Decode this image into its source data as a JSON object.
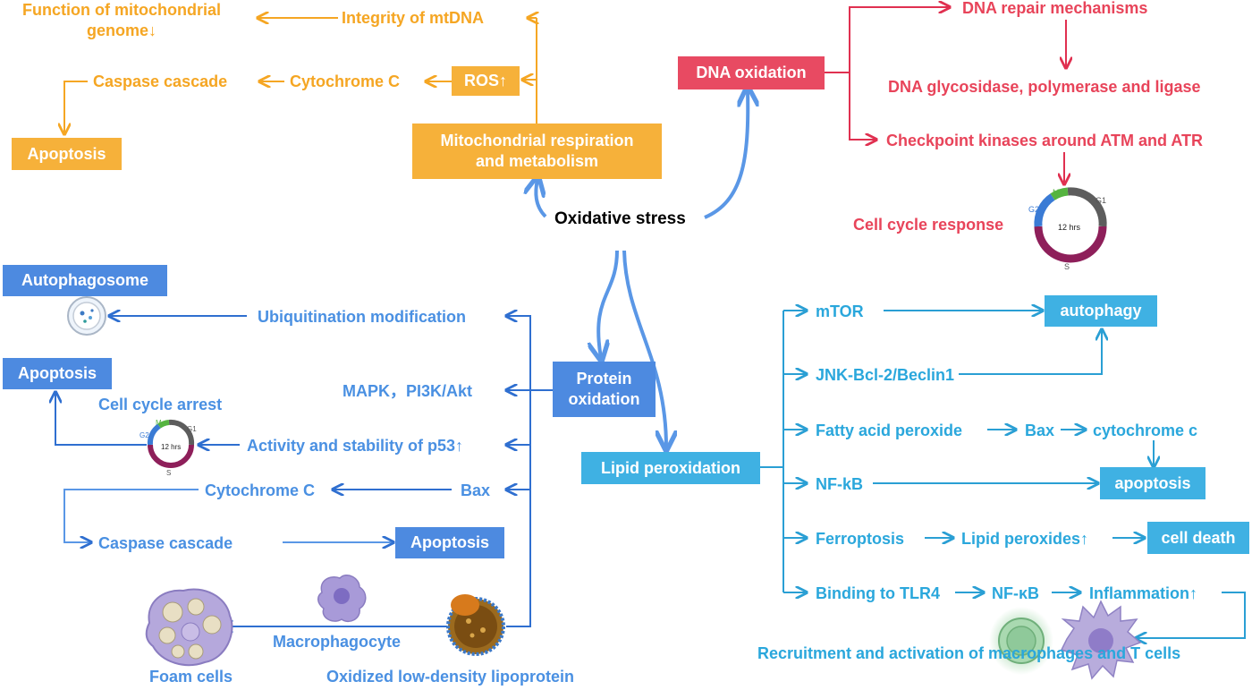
{
  "center": {
    "label": "Oxidative stress"
  },
  "mito": {
    "source": "Mitochondrial respiration and metabolism",
    "ros": "ROS↑",
    "mtdna": "Integrity of mtDNA",
    "genome": "Function of mitochondrial genome↓",
    "cytc": "Cytochrome C",
    "caspase": "Caspase cascade",
    "apoptosis": "Apoptosis",
    "color": "#f6b13a"
  },
  "dna": {
    "source": "DNA oxidation",
    "repair": "DNA repair mechanisms",
    "enzymes": "DNA glycosidase, polymerase and ligase",
    "checkpoint": "Checkpoint kinases around ATM and ATR",
    "cycle_response": "Cell cycle response",
    "color": "#e84a62"
  },
  "cell_cycle": {
    "center": "12 hrs",
    "m": "M",
    "g1": "G1",
    "g2": "G2",
    "s": "S"
  },
  "protein": {
    "source": "Protein oxidation",
    "ubiquitination": "Ubiquitination modification",
    "autophagosome": "Autophagosome",
    "mapk": "MAPK，PI3K/Akt",
    "apoptosis1": "Apoptosis",
    "cycle_arrest": "Cell cycle arrest",
    "p53": "Activity and stability of p53↑",
    "bax": "Bax",
    "cytc": "Cytochrome C",
    "caspase": "Caspase cascade",
    "apoptosis2": "Apoptosis",
    "macrophagocyte": "Macrophagocyte",
    "foam": "Foam cells",
    "oxldl": "Oxidized low-density lipoprotein",
    "color": "#4d8ae0"
  },
  "lipid": {
    "source": "Lipid peroxidation",
    "mtor": "mTOR",
    "autophagy": "autophagy",
    "jnk": "JNK-Bcl-2/Beclin1",
    "fatty": "Fatty acid peroxide",
    "bax": "Bax",
    "cytc": "cytochrome c",
    "nfkb1": "NF-kB",
    "apoptosis": "apoptosis",
    "ferroptosis": "Ferroptosis",
    "lipid_peroxides": "Lipid peroxides↑",
    "cell_death": "cell death",
    "tlr4": "Binding to TLR4",
    "nfkb2": "NF-κB",
    "inflammation": "Inflammation↑",
    "recruitment": "Recruitment and activation of macrophages and T cells",
    "color": "#3fb1e3"
  }
}
